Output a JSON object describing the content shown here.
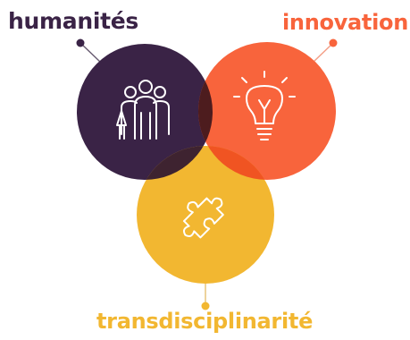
{
  "colors": {
    "humanites": "#3a2346",
    "innovation": "#f8643c",
    "transdisciplinarite": "#f2b731",
    "overlap_top": "#4d1c1e",
    "overlap_left": "#3e2330",
    "overlap_right": "#f05422",
    "overlap_center": "#2c1616",
    "icon_stroke": "#ffffff"
  },
  "nodes": [
    {
      "id": "humanites",
      "label": "humanités",
      "icon": "people-group-icon"
    },
    {
      "id": "innovation",
      "label": "innovation",
      "icon": "lightbulb-icon"
    },
    {
      "id": "transdisciplinarite",
      "label": "transdisciplinarité",
      "icon": "puzzle-piece-icon"
    }
  ]
}
